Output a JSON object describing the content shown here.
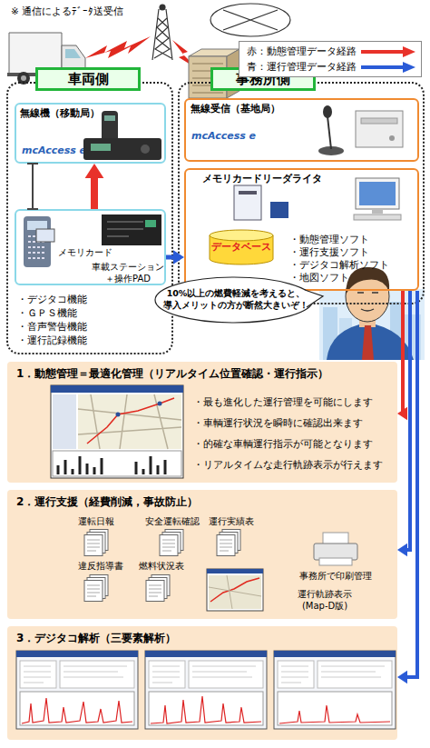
{
  "diagram": {
    "nodes": [
      {
        "text": [
          "車両側",
          "・デジタコ機能",
          "・ＧＰＳ機能",
          "・音声警告機能",
          "・運行記録機能"
        ]
      },
      {
        "text": [
          "無線機（移動局）",
          "mcAccess e"
        ],
        "in": 0
      },
      {
        "text": [
          "メモリカード",
          "車載ステーション ＋操作PAD"
        ],
        "in": 0
      },
      {
        "text": [
          "事務所側"
        ]
      },
      {
        "text": [
          "無線受信（基地局）",
          "mcAccess e"
        ],
        "in": 3
      },
      {
        "text": [
          "メモリカードリーダライタ",
          "・動態管理ソフト",
          "・運行支援ソフト",
          "・デジタコ解析ソフト",
          "・地図ソフト"
        ],
        "in": 3
      },
      {
        "text": [
          "データベース"
        ],
        "in": 5
      },
      {
        "text": [
          "10%以上の燃費軽減を考えると、 導入メリットの方が断然大きいぞ！"
        ]
      },
      {
        "text": [
          "1．動態管理＝最適化管理（リアルタイム位置確認・運行指示）",
          "・最も進化した運行管理を可能にします",
          "・車輌運行状況を瞬時に確認出来ます",
          "・的確な車輌運行指示が可能となります",
          "・リアルタイムな走行軌跡表示が行えます"
        ]
      },
      {
        "text": [
          "2．運行支援（経費削減，事故防止）"
        ]
      },
      {
        "text": [
          "3．デジタコ解析（三要素解析）"
        ]
      }
    ],
    "edges": [
      {
        "from": 2,
        "to": 1,
        "arrow": "to"
      },
      {
        "from": 1,
        "to": 2,
        "arrow": "none"
      },
      {
        "from": 2,
        "to": 5,
        "arrow": "to"
      },
      {
        "from": 5,
        "to": 8,
        "arrow": "to"
      },
      {
        "from": 5,
        "to": 9,
        "arrow": "to"
      },
      {
        "from": 5,
        "to": 10,
        "arrow": "to"
      }
    ],
    "labels": [
      "※ 通信によるﾃﾞｰﾀ送受信",
      "運転日報",
      "安全運転確認",
      "運行実績表",
      "違反指導書",
      "燃料状況表",
      "事務所で印刷管理",
      "運行軌跡表示 (Map-D版)"
    ],
    "legend": [
      {
        "text": "赤：動態管理データ経路"
      },
      {
        "text": "青：運行管理データ経路"
      }
    ]
  }
}
